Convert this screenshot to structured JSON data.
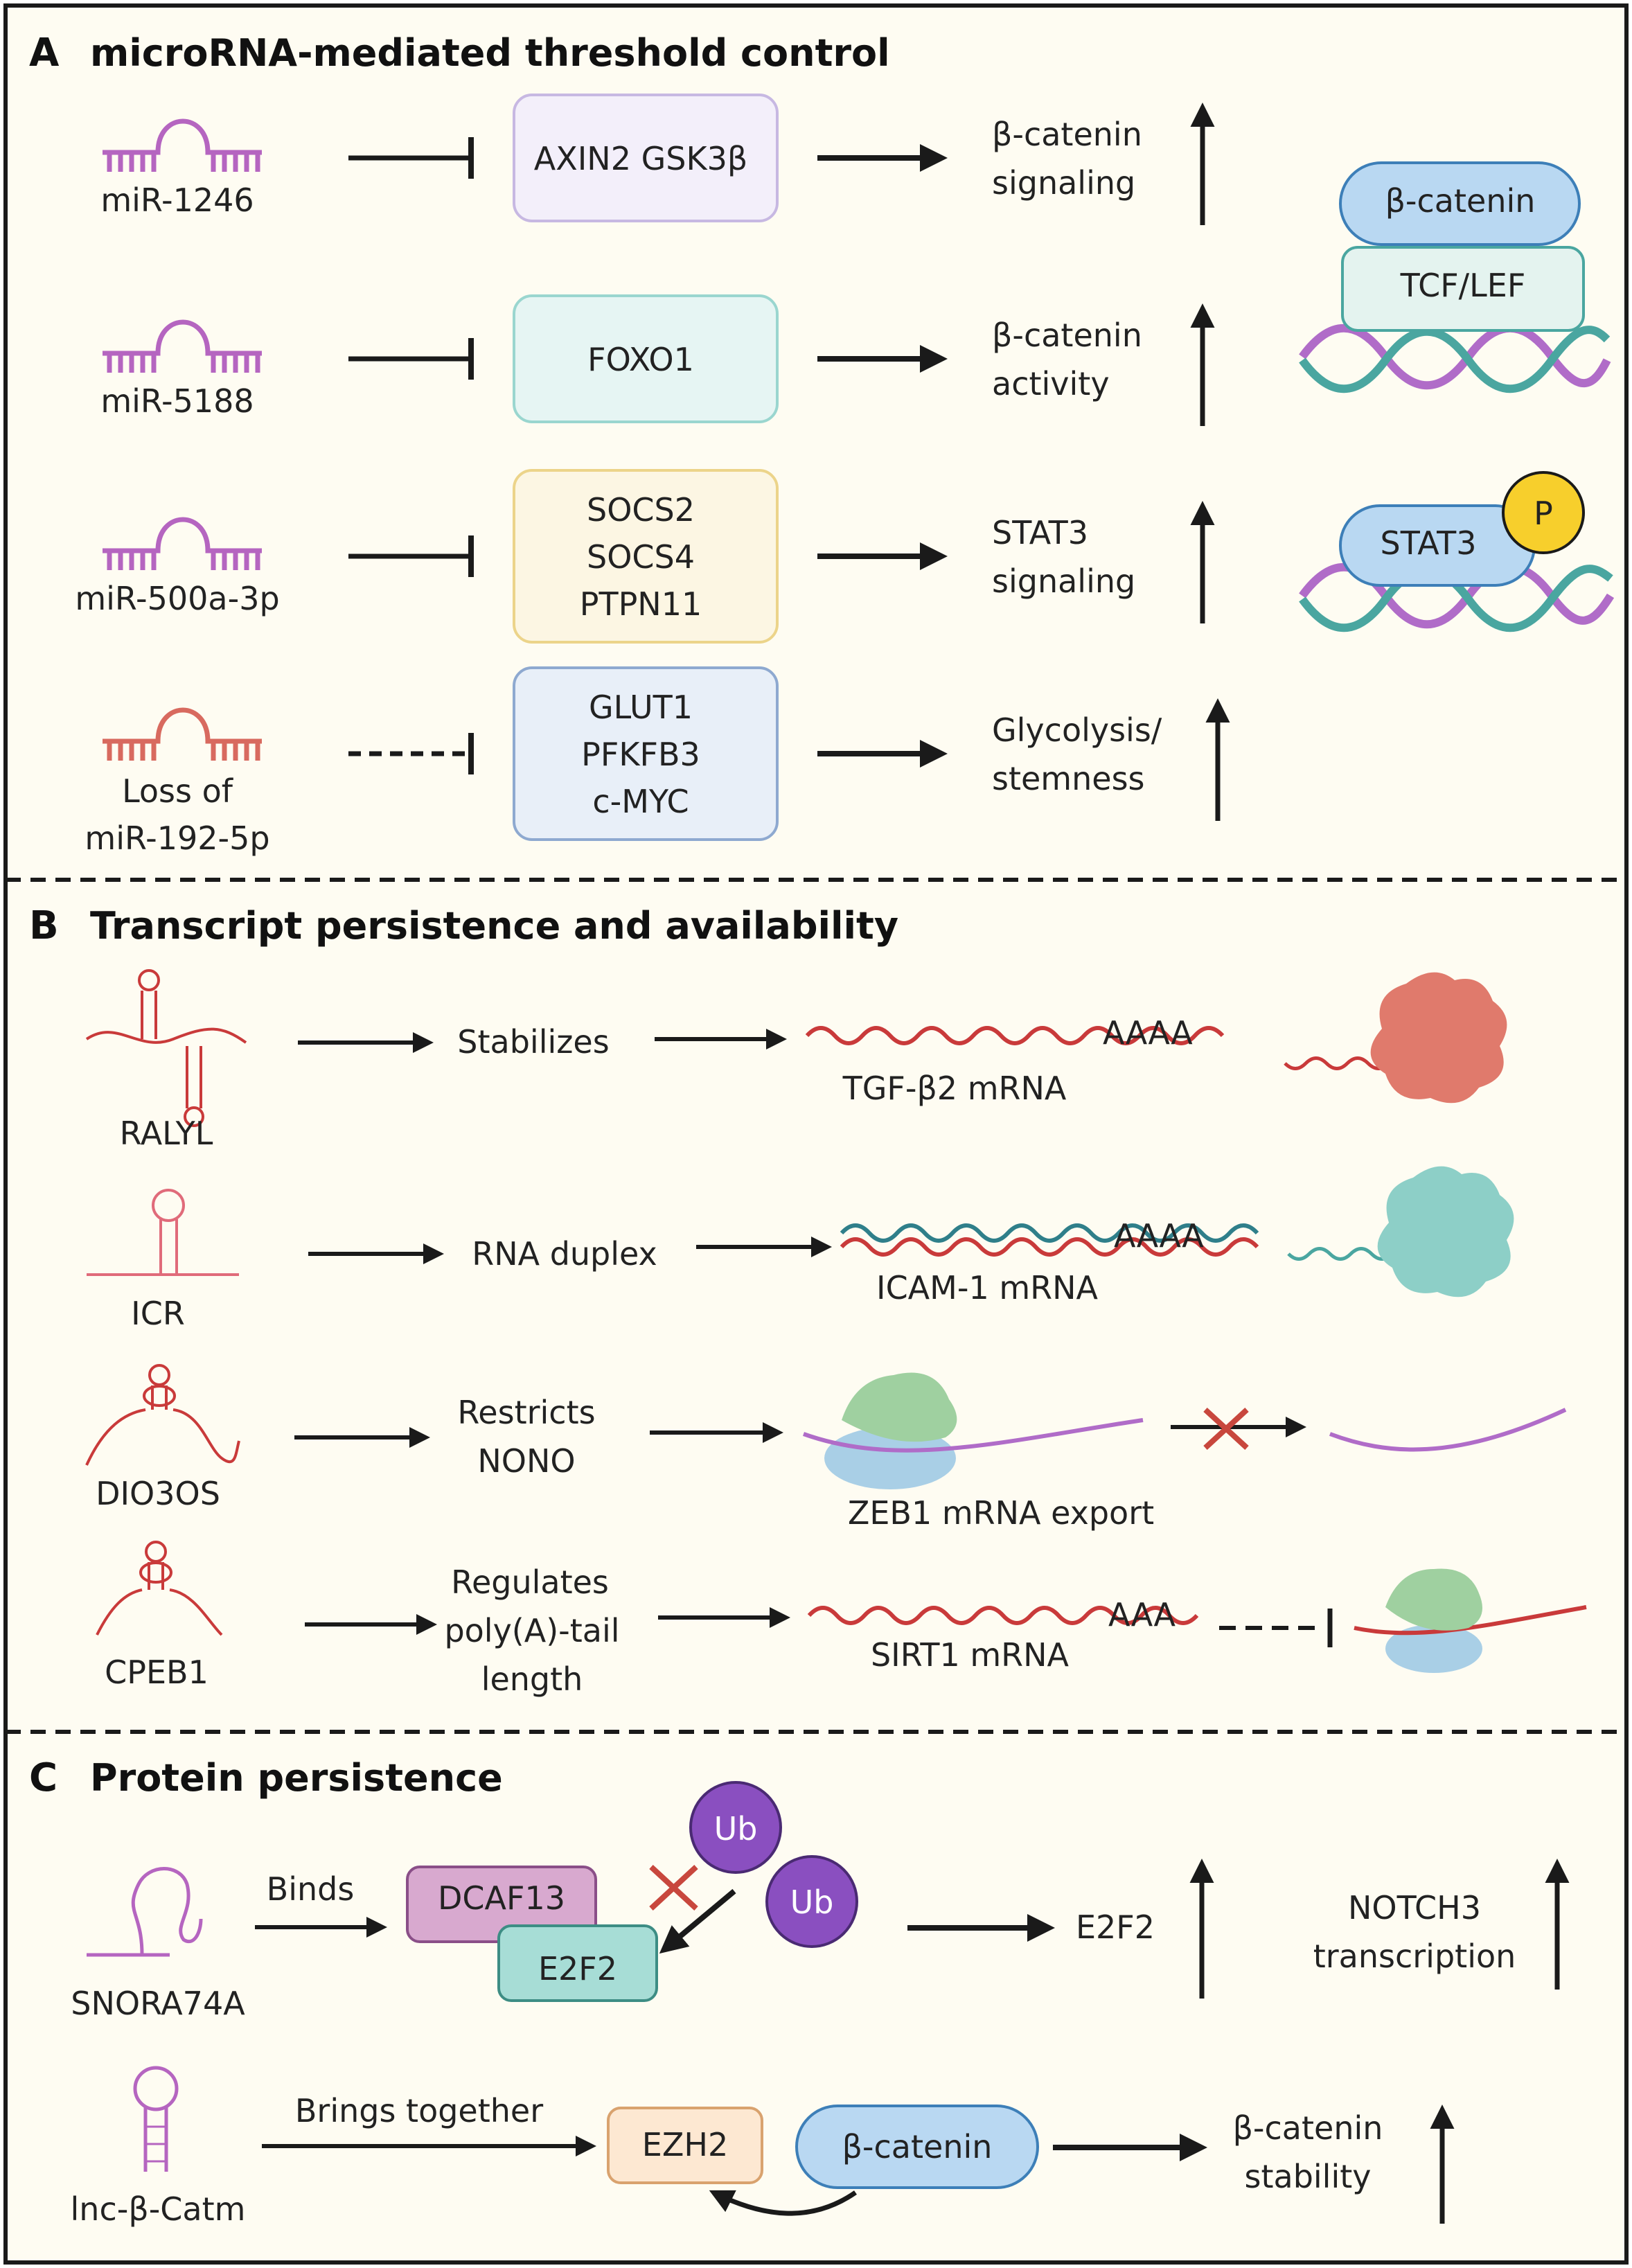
{
  "panels": {
    "A": {
      "letter": "A",
      "title": "microRNA-mediated threshold control",
      "rows": [
        {
          "mirna": "miR-1246",
          "targets": [
            "AXIN2 GSK3β"
          ],
          "effect": [
            "β-catenin",
            "signaling"
          ],
          "box_color": "#f3effa",
          "box_border": "#c7b8e2",
          "mirna_color": "#b565c0",
          "dashed": false
        },
        {
          "mirna": "miR-5188",
          "targets": [
            "FOXO1"
          ],
          "effect": [
            "β-catenin",
            "activity"
          ],
          "box_color": "#e6f5f3",
          "box_border": "#9ad6cf",
          "mirna_color": "#b565c0",
          "dashed": false
        },
        {
          "mirna": "miR-500a-3p",
          "targets": [
            "SOCS2",
            "SOCS4",
            "PTPN11"
          ],
          "effect": [
            "STAT3",
            "signaling"
          ],
          "box_color": "#fcf6e3",
          "box_border": "#ecd48a",
          "mirna_color": "#b565c0",
          "dashed": false
        },
        {
          "mirna": [
            "Loss of",
            "miR-192-5p"
          ],
          "targets": [
            "GLUT1",
            "PFKFB3",
            "c-MYC"
          ],
          "effect": [
            "Glycolysis/",
            "stemness"
          ],
          "box_color": "#e8eff8",
          "box_border": "#8ea9d0",
          "mirna_color": "#d86a5f",
          "dashed": true
        }
      ],
      "icons": {
        "bcatenin_label": "β-catenin",
        "tcf_label": "TCF/LEF",
        "stat3_label": "STAT3",
        "p_label": "P"
      }
    },
    "B": {
      "letter": "B",
      "title": "Transcript persistence and availability",
      "rows": [
        {
          "regulator": "RALYL",
          "action": [
            "Stabilizes"
          ],
          "product": "TGF-β2 mRNA",
          "tail": "AAAA"
        },
        {
          "regulator": "ICR",
          "action": [
            "RNA duplex"
          ],
          "product": "ICAM-1 mRNA",
          "tail": "AAAA"
        },
        {
          "regulator": "DIO3OS",
          "action": [
            "Restricts",
            "NONO"
          ],
          "product": "ZEB1 mRNA export",
          "tail": ""
        },
        {
          "regulator": "CPEB1",
          "action": [
            "Regulates",
            "poly(A)-tail",
            "length"
          ],
          "product": "SIRT1 mRNA",
          "tail": "AAA"
        }
      ]
    },
    "C": {
      "letter": "C",
      "title": "Protein persistence",
      "row1": {
        "regulator": "SNORA74A",
        "action": "Binds",
        "box1": "DCAF13",
        "box2": "E2F2",
        "ub1": "Ub",
        "ub2": "Ub",
        "output": "E2F2",
        "result": [
          "NOTCH3",
          "transcription"
        ]
      },
      "row2": {
        "regulator": "lnc-β-Catm",
        "action": "Brings together",
        "box1": "EZH2",
        "box2": "β-catenin",
        "result": [
          "β-catenin",
          "stability"
        ]
      }
    }
  },
  "colors": {
    "panel_bg": "#fefcf2",
    "border": "#1a1a1a",
    "arrow": "#1a1a1a",
    "mirna_purple": "#b565c0",
    "mirna_red": "#d86a5f",
    "rna_red": "#c93a3a",
    "rna_teal": "#4aa6a0",
    "rna_purple": "#b06cc8",
    "bcat_fill": "#b9d8f2",
    "tcf_fill": "#e4f3ef",
    "p_fill": "#f7cf2c",
    "ub_fill": "#8a4fc0",
    "dcaf_fill": "#d8a9cf",
    "e2f2_fill": "#a7ddd6",
    "ezh2_fill": "#fde8d2",
    "ribosome_red": "#e07a6c",
    "ribosome_teal": "#8dcfc7",
    "ribosome_green": "#9fd0a0",
    "ribosome_blue": "#a9cfe6",
    "cross": "#c8473d"
  }
}
